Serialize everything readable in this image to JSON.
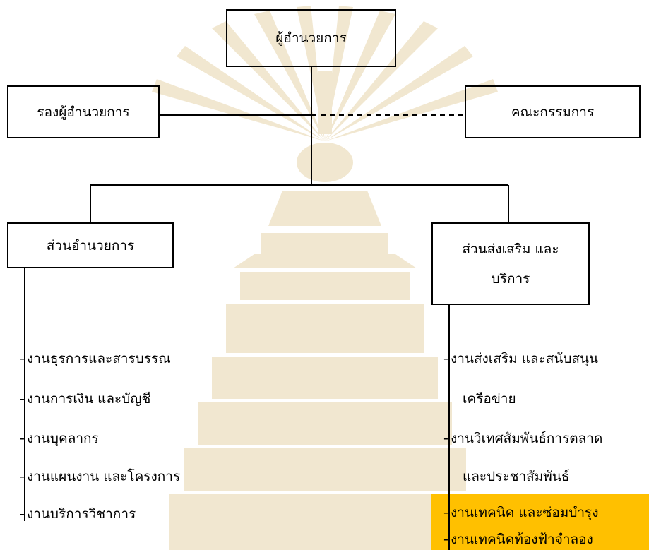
{
  "colors": {
    "highlight": "#ffc000",
    "watermark": "#efe3c8",
    "line": "#000000"
  },
  "chart": {
    "director": "ผู้อำนวยการ",
    "deputy": "รองผู้อำนวยการ",
    "committee": "คณะกรรมการ",
    "admin_division": {
      "title": "ส่วนอำนวยการ",
      "items": [
        "งานธุรการและสารบรรณ",
        "งานการเงิน และบัญชี",
        "งานบุคลากร",
        "งานแผนงาน และโครงการ",
        "งานบริการวิชาการ"
      ]
    },
    "promotion_division": {
      "title_line1": "ส่วนส่งเสริม และ",
      "title_line2": "บริการ",
      "items": [
        "งานส่งเสริม และสนับสนุน",
        "เครือข่าย",
        "งานวิเทศสัมพันธ์การตลาด",
        "และประชาสัมพันธ์",
        "งานเทคนิค และซ่อมบำรุง",
        "งานเทคนิคท้องฟ้าจำลอง"
      ]
    }
  }
}
